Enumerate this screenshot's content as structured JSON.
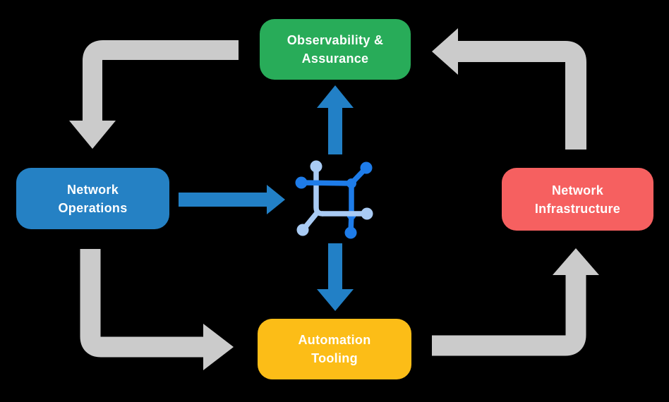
{
  "diagram": {
    "nodes": {
      "observability": {
        "line1": "Observability &",
        "line2": "Assurance",
        "color": "#28AC59"
      },
      "operations": {
        "line1": "Network",
        "line2": "Operations",
        "color": "#2581C4"
      },
      "infrastructure": {
        "line1": "Network",
        "line2": "Infrastructure",
        "color": "#F66060"
      },
      "automation": {
        "line1": "Automation",
        "line2": "Tooling",
        "color": "#FCBD17"
      }
    },
    "center_icon": {
      "name": "network-platform-icon",
      "dark_color": "#1E7CE9",
      "light_color": "#A9CBF4"
    },
    "arrows": [
      {
        "from": "observability",
        "to": "operations",
        "style": "gray-elbow"
      },
      {
        "from": "operations",
        "to": "automation",
        "style": "gray-elbow"
      },
      {
        "from": "automation",
        "to": "infrastructure",
        "style": "gray-elbow"
      },
      {
        "from": "infrastructure",
        "to": "observability",
        "style": "gray-elbow"
      },
      {
        "from": "operations",
        "to": "center-icon",
        "style": "blue-straight"
      },
      {
        "from": "center-icon",
        "to": "observability",
        "style": "blue-straight"
      },
      {
        "from": "center-icon",
        "to": "automation",
        "style": "blue-straight"
      }
    ],
    "colors": {
      "background": "#000000",
      "arrow_gray": "#CBCBCB",
      "arrow_blue": "#2280C6",
      "text": "#FFFFFF"
    }
  }
}
